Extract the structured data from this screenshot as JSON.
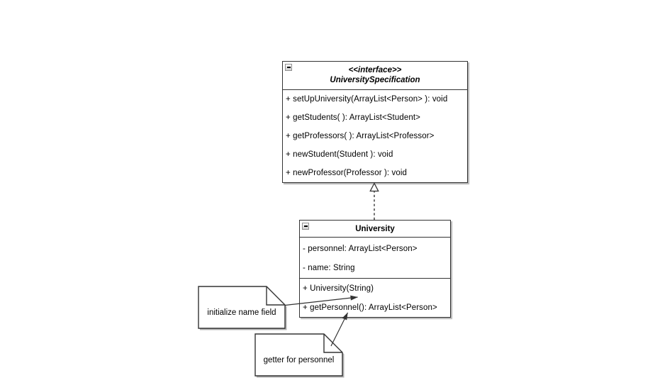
{
  "interface_box": {
    "stereotype": "<<interface>>",
    "name": "UniversitySpecification",
    "methods": [
      "+ setUpUniversity(ArrayList<Person> ): void",
      "+ getStudents( ): ArrayList<Student>",
      "+ getProfessors( ): ArrayList<Professor>",
      "+ newStudent(Student ): void",
      "+ newProfessor(Professor ): void"
    ]
  },
  "class_box": {
    "name": "University",
    "attributes": [
      "- personnel: ArrayList<Person>",
      "- name: String"
    ],
    "methods": [
      "+ University(String)",
      "+ getPersonnel(): ArrayList<Person>"
    ]
  },
  "notes": {
    "initialize": "initialize name field",
    "getter": "getter for personnel"
  },
  "colors": {
    "shape_fill": "#ffffff",
    "shape_stroke": "#333333",
    "text": "#000000",
    "shadow": "#b3b3b3"
  }
}
